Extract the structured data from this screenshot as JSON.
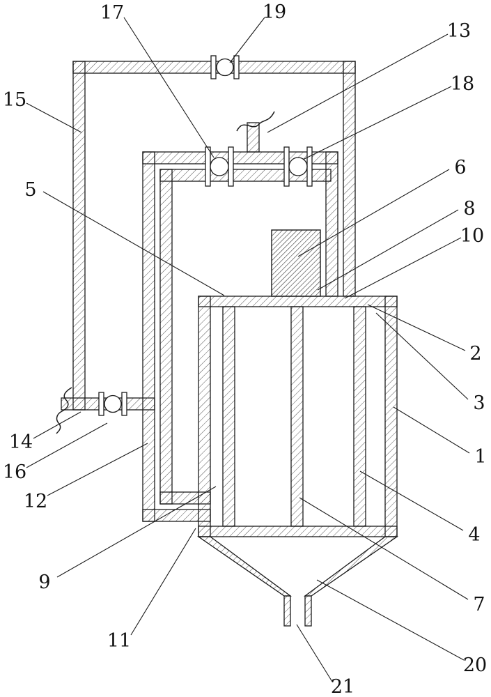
{
  "figure": {
    "background": "#ffffff",
    "line_color": "#1a1a1a",
    "labels": [
      "1",
      "2",
      "3",
      "4",
      "5",
      "6",
      "7",
      "8",
      "9",
      "10",
      "11",
      "12",
      "13",
      "14",
      "15",
      "16",
      "17",
      "18",
      "19",
      "20",
      "21"
    ]
  }
}
